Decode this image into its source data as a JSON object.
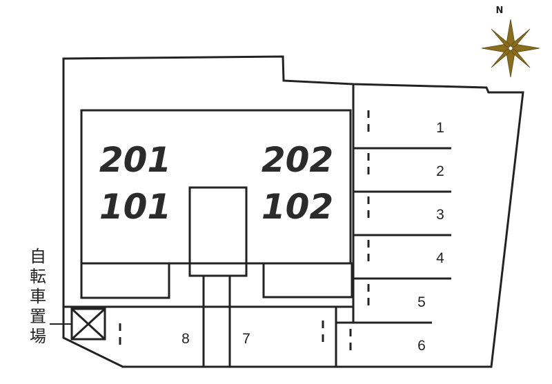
{
  "units": {
    "u201": "201",
    "u202": "202",
    "u101": "101",
    "u102": "102"
  },
  "parking": {
    "p1": "1",
    "p2": "2",
    "p3": "3",
    "p4": "4",
    "p5": "5",
    "p6": "6",
    "p7": "7",
    "p8": "8"
  },
  "bicycle_parking": {
    "chars": [
      "自",
      "転",
      "車",
      "置",
      "場"
    ]
  },
  "compass": {
    "north": "N",
    "color": "#8a6d1c"
  },
  "colors": {
    "line": "#222222"
  }
}
